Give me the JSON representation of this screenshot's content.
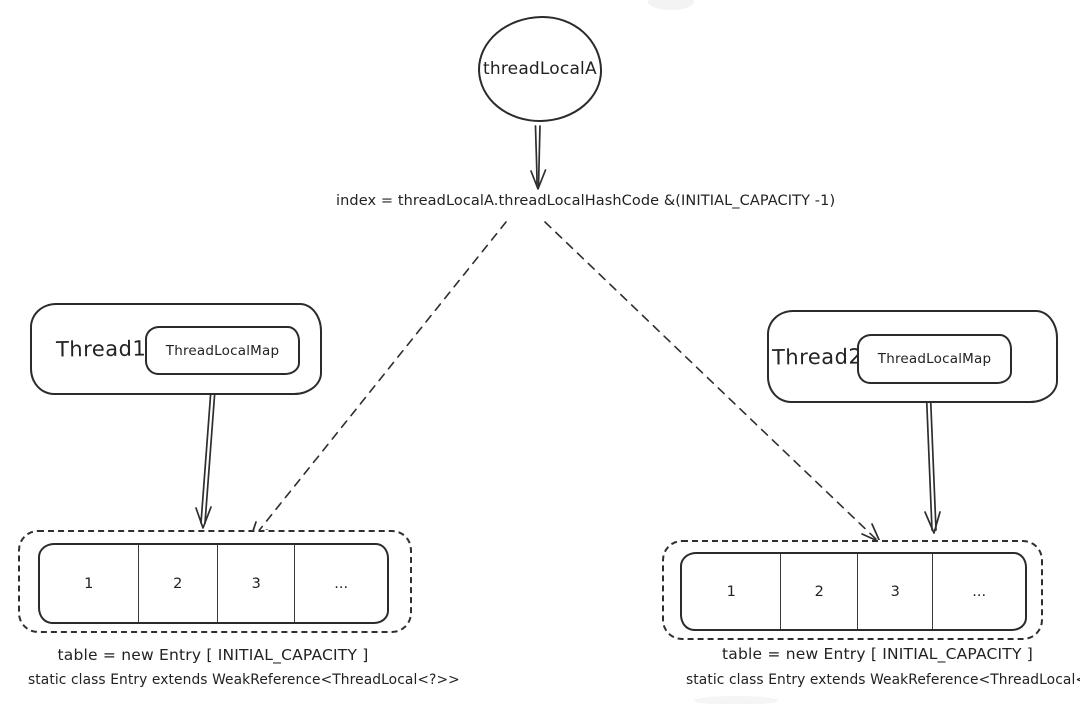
{
  "diagram": {
    "root_node_label": "threadLocalA",
    "index_formula": "index = threadLocalA.threadLocalHashCode &(INITIAL_CAPACITY -1)"
  },
  "left": {
    "thread_label": "Thread1",
    "map_label": "ThreadLocalMap",
    "cells": [
      "1",
      "2",
      "3",
      "..."
    ],
    "table_caption": "table = new Entry [ INITIAL_CAPACITY ]",
    "entry_note": "static class Entry extends WeakReference<ThreadLocal<?>>"
  },
  "right": {
    "thread_label": "Thread2",
    "map_label": "ThreadLocalMap",
    "cells": [
      "1",
      "2",
      "3",
      "..."
    ],
    "table_caption": "table = new Entry [ INITIAL_CAPACITY ]",
    "entry_note": "static class Entry extends WeakReference<ThreadLocal<?>>"
  },
  "colors": {
    "ink": "#2e2e2e",
    "background": "#ffffff"
  }
}
